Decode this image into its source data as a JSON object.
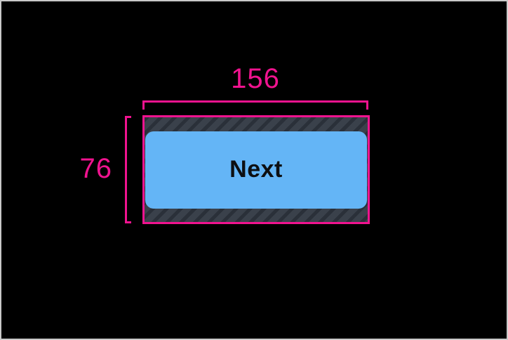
{
  "colors": {
    "screen_black": "#000000",
    "frame_border": "#c9c9c9",
    "guide_pink": "#f0138f",
    "button_blue": "#64b5f6",
    "button_text": "#0d0f12",
    "padding_base": "#3a414b",
    "padding_stripe": "#2a3039"
  },
  "inspector_overlay": {
    "width_label": "156",
    "height_label": "76"
  },
  "app_ui": {
    "next_button": {
      "label": "Next"
    }
  }
}
